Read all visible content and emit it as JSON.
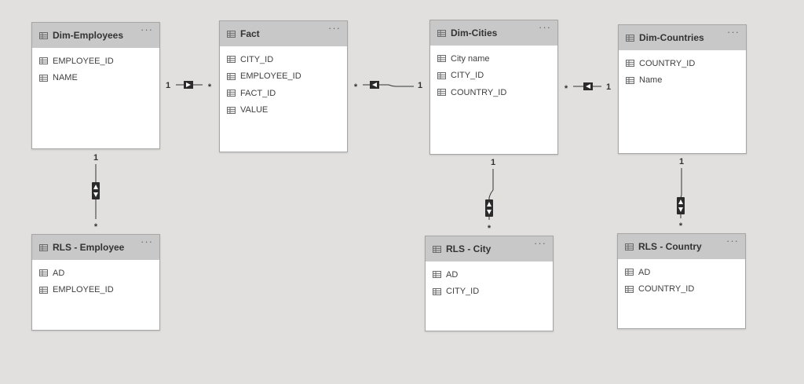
{
  "tables": [
    {
      "id": "dim-employees",
      "title": "Dim-Employees",
      "fields": [
        "EMPLOYEE_ID",
        "NAME"
      ]
    },
    {
      "id": "fact",
      "title": "Fact",
      "fields": [
        "CITY_ID",
        "EMPLOYEE_ID",
        "FACT_ID",
        "VALUE"
      ]
    },
    {
      "id": "dim-cities",
      "title": "Dim-Cities",
      "fields": [
        "City name",
        "CITY_ID",
        "COUNTRY_ID"
      ]
    },
    {
      "id": "dim-countries",
      "title": "Dim-Countries",
      "fields": [
        "COUNTRY_ID",
        "Name"
      ]
    },
    {
      "id": "rls-employee",
      "title": "RLS - Employee",
      "fields": [
        "AD",
        "EMPLOYEE_ID"
      ]
    },
    {
      "id": "rls-city",
      "title": "RLS - City",
      "fields": [
        "AD",
        "CITY_ID"
      ]
    },
    {
      "id": "rls-country",
      "title": "RLS - Country",
      "fields": [
        "AD",
        "COUNTRY_ID"
      ]
    }
  ],
  "relationships": [
    {
      "from": "dim-employees",
      "to": "fact",
      "from_card": "1",
      "to_card": "*",
      "filter": "single"
    },
    {
      "from": "dim-cities",
      "to": "fact",
      "from_card": "1",
      "to_card": "*",
      "filter": "single"
    },
    {
      "from": "dim-countries",
      "to": "dim-cities",
      "from_card": "1",
      "to_card": "*",
      "filter": "single"
    },
    {
      "from": "dim-employees",
      "to": "rls-employee",
      "from_card": "1",
      "to_card": "*",
      "filter": "both"
    },
    {
      "from": "dim-cities",
      "to": "rls-city",
      "from_card": "1",
      "to_card": "*",
      "filter": "both"
    },
    {
      "from": "dim-countries",
      "to": "rls-country",
      "from_card": "1",
      "to_card": "*",
      "filter": "both"
    }
  ],
  "more_glyph": "···",
  "colors": {
    "background": "#e1e0df",
    "header": "#c8c8c8",
    "line": "#333333",
    "card_border": "#a6a6a6"
  }
}
